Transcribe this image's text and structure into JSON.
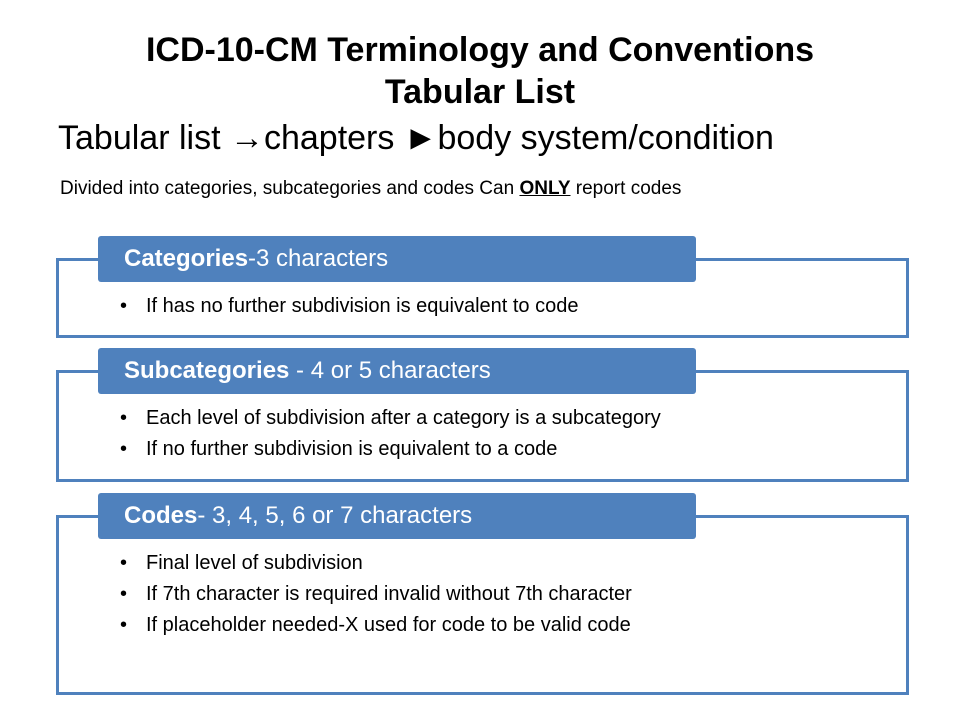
{
  "title": {
    "line1": "ICD-10-CM Terminology and Conventions",
    "line2": "Tabular List"
  },
  "heading": {
    "part1": "Tabular list",
    "arrow1": "→",
    "part2": "chapters",
    "arrow2": "►",
    "part3": "body system/condition"
  },
  "subheading": {
    "before": "Divided into categories, subcategories and codes Can ",
    "emphasis": "ONLY",
    "after": " report codes"
  },
  "sections": [
    {
      "label_bold": "Categories",
      "label_rest": "-3 characters",
      "bullets": [
        "If has no further subdivision is equivalent to code"
      ]
    },
    {
      "label_bold": "Subcategories",
      "label_rest": " - 4 or 5 characters",
      "bullets": [
        "Each level of subdivision after a category is a subcategory",
        "If no further subdivision is equivalent to a code"
      ]
    },
    {
      "label_bold": "Codes",
      "label_rest": "- 3, 4, 5, 6 or 7 characters",
      "bullets": [
        "Final level of subdivision",
        "If 7th character is required invalid without 7th character",
        "If placeholder needed-X used for code to be valid code"
      ]
    }
  ],
  "colors": {
    "accent": "#4f81bd",
    "text": "#000000",
    "label_text": "#ffffff"
  }
}
